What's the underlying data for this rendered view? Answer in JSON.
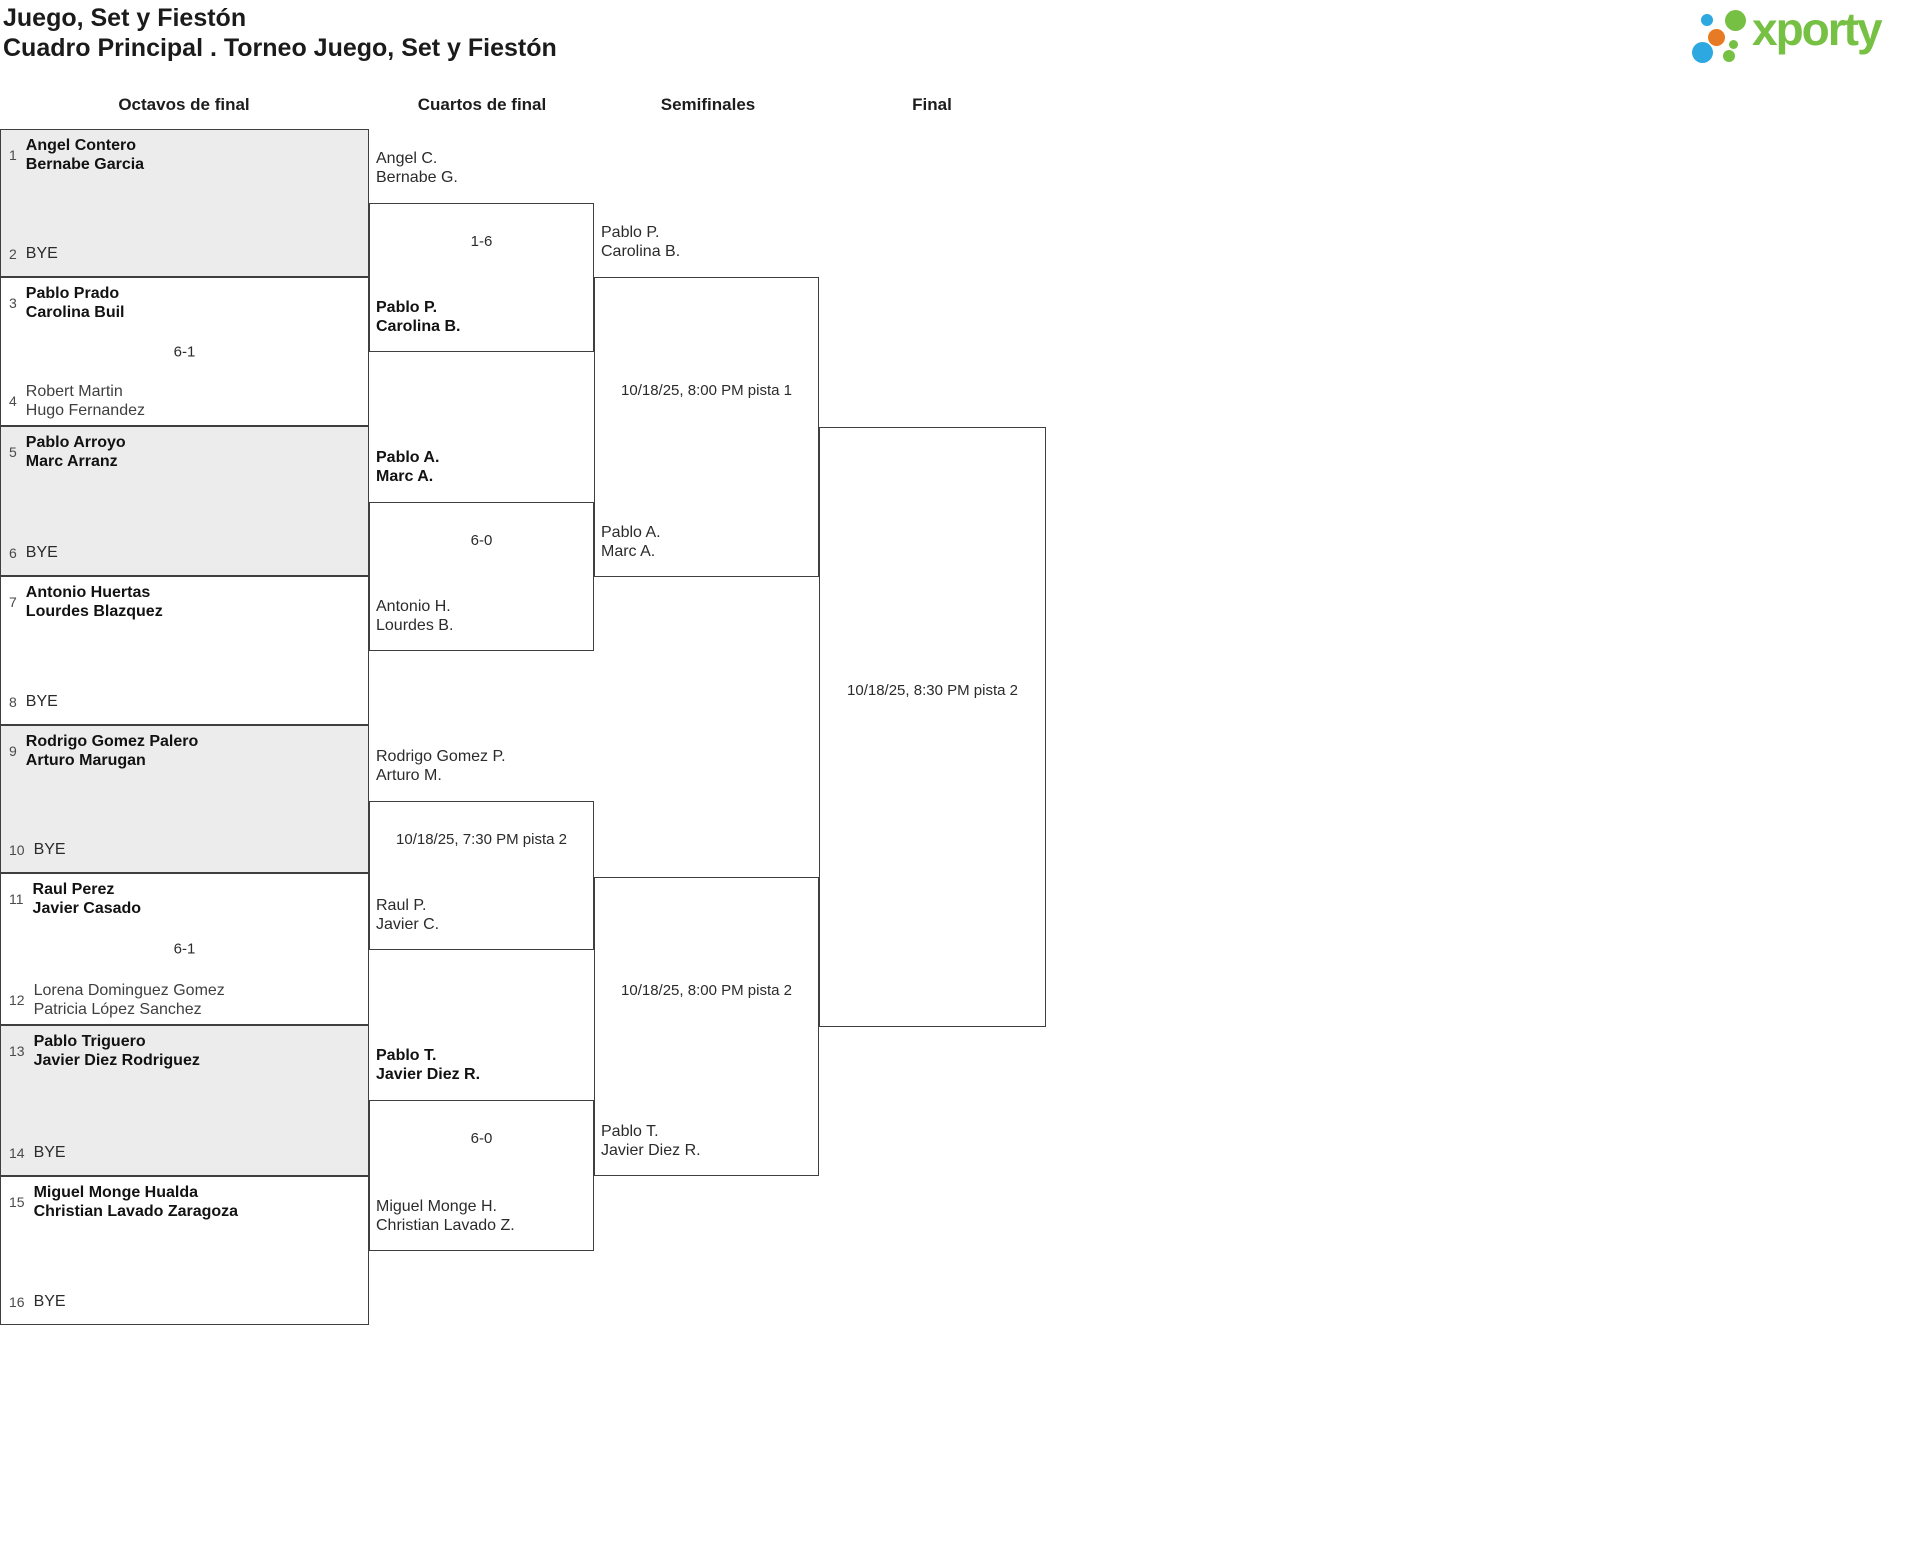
{
  "header": {
    "title": "Juego, Set y Fiestón",
    "subtitle": "Cuadro Principal . Torneo Juego, Set y Fiestón",
    "logo_text": "xporty"
  },
  "colors": {
    "brand_green": "#76c043",
    "brand_orange": "#e87a24",
    "brand_blue": "#2ea8e0",
    "box_shaded": "#ececec",
    "border": "#3f3f3f"
  },
  "columns": [
    {
      "label": "Octavos de final"
    },
    {
      "label": "Cuartos de final"
    },
    {
      "label": "Semifinales"
    },
    {
      "label": "Final"
    }
  ],
  "bracket": {
    "round1": [
      {
        "seed1": "1",
        "team1": [
          "Angel Contero",
          "Bernabe Garcia"
        ],
        "team1_style": "winner",
        "seed2": "2",
        "team2": [
          "BYE"
        ],
        "team2_style": "bye",
        "score": "",
        "shaded": true
      },
      {
        "seed1": "3",
        "team1": [
          "Pablo Prado",
          "Carolina Buil"
        ],
        "team1_style": "winner",
        "seed2": "4",
        "team2": [
          "Robert Martin",
          "Hugo Fernandez"
        ],
        "team2_style": "loser",
        "score": "6-1",
        "shaded": false
      },
      {
        "seed1": "5",
        "team1": [
          "Pablo Arroyo",
          "Marc Arranz"
        ],
        "team1_style": "winner",
        "seed2": "6",
        "team2": [
          "BYE"
        ],
        "team2_style": "bye",
        "score": "",
        "shaded": true
      },
      {
        "seed1": "7",
        "team1": [
          "Antonio Huertas",
          "Lourdes Blazquez"
        ],
        "team1_style": "winner",
        "seed2": "8",
        "team2": [
          "BYE"
        ],
        "team2_style": "bye",
        "score": "",
        "shaded": false
      },
      {
        "seed1": "9",
        "team1": [
          "Rodrigo Gomez Palero",
          "Arturo Marugan"
        ],
        "team1_style": "winner",
        "seed2": "10",
        "team2": [
          "BYE"
        ],
        "team2_style": "bye",
        "score": "",
        "shaded": true
      },
      {
        "seed1": "11",
        "team1": [
          "Raul Perez",
          "Javier Casado"
        ],
        "team1_style": "winner",
        "seed2": "12",
        "team2": [
          "Lorena Dominguez Gomez",
          "Patricia López Sanchez"
        ],
        "team2_style": "loser",
        "score": "6-1",
        "shaded": false
      },
      {
        "seed1": "13",
        "team1": [
          "Pablo Triguero",
          "Javier Diez Rodriguez"
        ],
        "team1_style": "winner",
        "seed2": "14",
        "team2": [
          "BYE"
        ],
        "team2_style": "bye",
        "score": "",
        "shaded": true
      },
      {
        "seed1": "15",
        "team1": [
          "Miguel Monge Hualda",
          "Christian Lavado Zaragoza"
        ],
        "team1_style": "winner",
        "seed2": "16",
        "team2": [
          "BYE"
        ],
        "team2_style": "bye",
        "score": "",
        "shaded": false
      }
    ],
    "quarterfinals": [
      {
        "team1": [
          "Angel C.",
          "Bernabe G."
        ],
        "team1_style": "normal",
        "center": "1-6",
        "center_type": "score",
        "team2": [
          "Pablo P.",
          "Carolina B."
        ],
        "team2_style": "winner"
      },
      {
        "team1": [
          "Pablo A.",
          "Marc A."
        ],
        "team1_style": "winner",
        "center": "6-0",
        "center_type": "score",
        "team2": [
          "Antonio H.",
          "Lourdes B."
        ],
        "team2_style": "normal"
      },
      {
        "team1": [
          "Rodrigo Gomez P.",
          "Arturo M."
        ],
        "team1_style": "normal",
        "center": "10/18/25, 7:30 PM pista 2",
        "center_type": "schedule",
        "team2": [
          "Raul P.",
          "Javier C."
        ],
        "team2_style": "normal"
      },
      {
        "team1": [
          "Pablo T.",
          "Javier Diez R."
        ],
        "team1_style": "winner",
        "center": "6-0",
        "center_type": "score",
        "team2": [
          "Miguel Monge H.",
          "Christian Lavado Z."
        ],
        "team2_style": "normal"
      }
    ],
    "semifinals": [
      {
        "team1": [
          "Pablo P.",
          "Carolina B."
        ],
        "team1_style": "normal",
        "center": "10/18/25, 8:00 PM pista 1",
        "center_type": "schedule",
        "team2": [
          "Pablo A.",
          "Marc A."
        ],
        "team2_style": "normal"
      },
      {
        "team1": [],
        "team1_style": "normal",
        "center": "10/18/25, 8:00 PM pista 2",
        "center_type": "schedule",
        "team2": [
          "Pablo T.",
          "Javier Diez R."
        ],
        "team2_style": "normal"
      }
    ],
    "final": {
      "center": "10/18/25, 8:30 PM pista 2",
      "center_type": "schedule"
    }
  }
}
